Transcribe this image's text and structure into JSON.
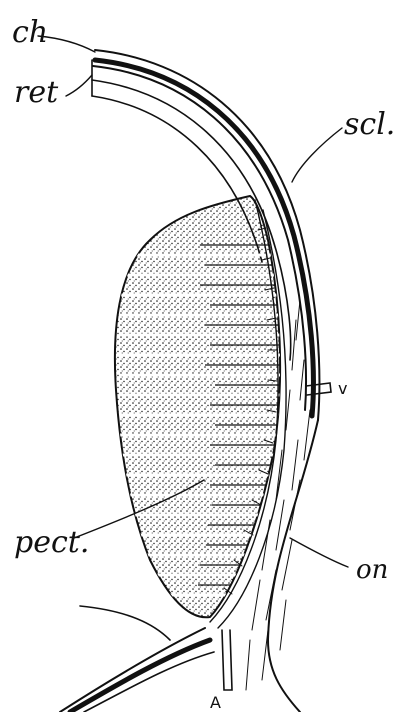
{
  "labels": {
    "ch": "ch",
    "ret": "ret",
    "scl": "scl.",
    "v": "v",
    "pect": "pect.",
    "on": "on",
    "A": "A"
  },
  "colors": {
    "ink": "#111111",
    "paper": "#ffffff"
  }
}
